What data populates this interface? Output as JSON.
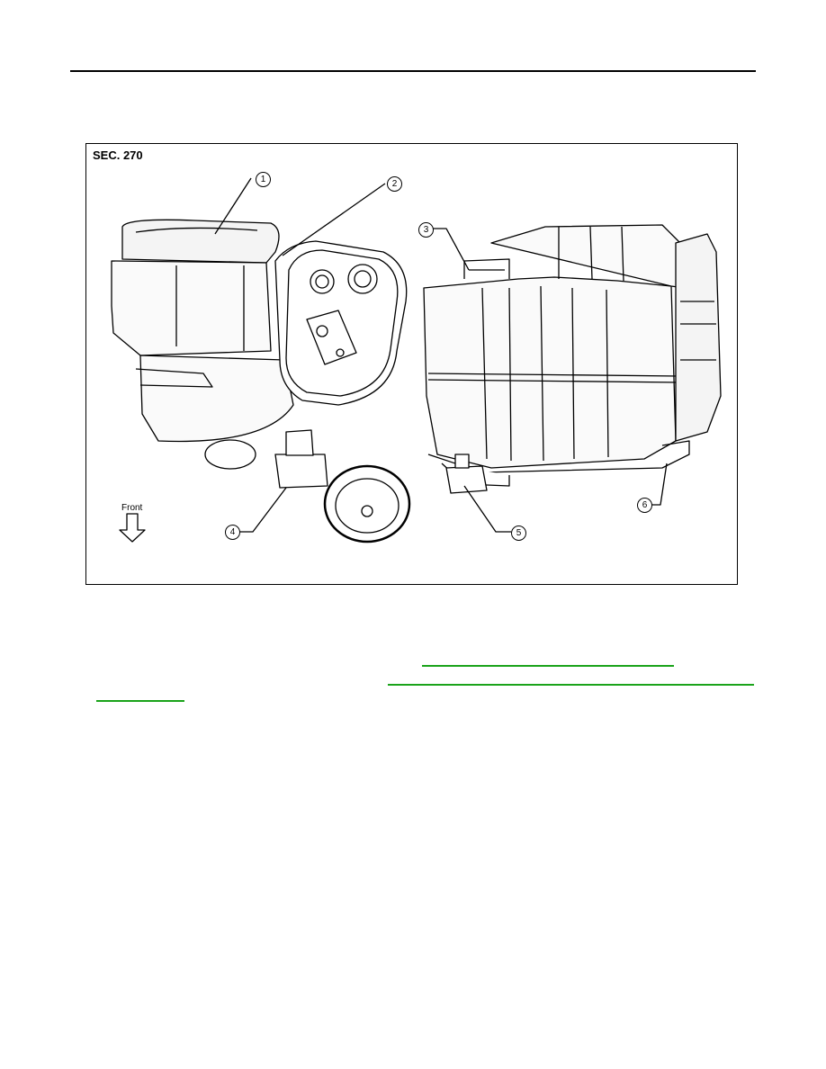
{
  "header": {
    "rule_color": "#000000"
  },
  "figure": {
    "section_label": "SEC. 270",
    "front_label": "Front",
    "callouts": [
      {
        "number": "1"
      },
      {
        "number": "2"
      },
      {
        "number": "3"
      },
      {
        "number": "4"
      },
      {
        "number": "5"
      },
      {
        "number": "6"
      }
    ]
  },
  "links": {
    "color": "#1aa31a"
  }
}
